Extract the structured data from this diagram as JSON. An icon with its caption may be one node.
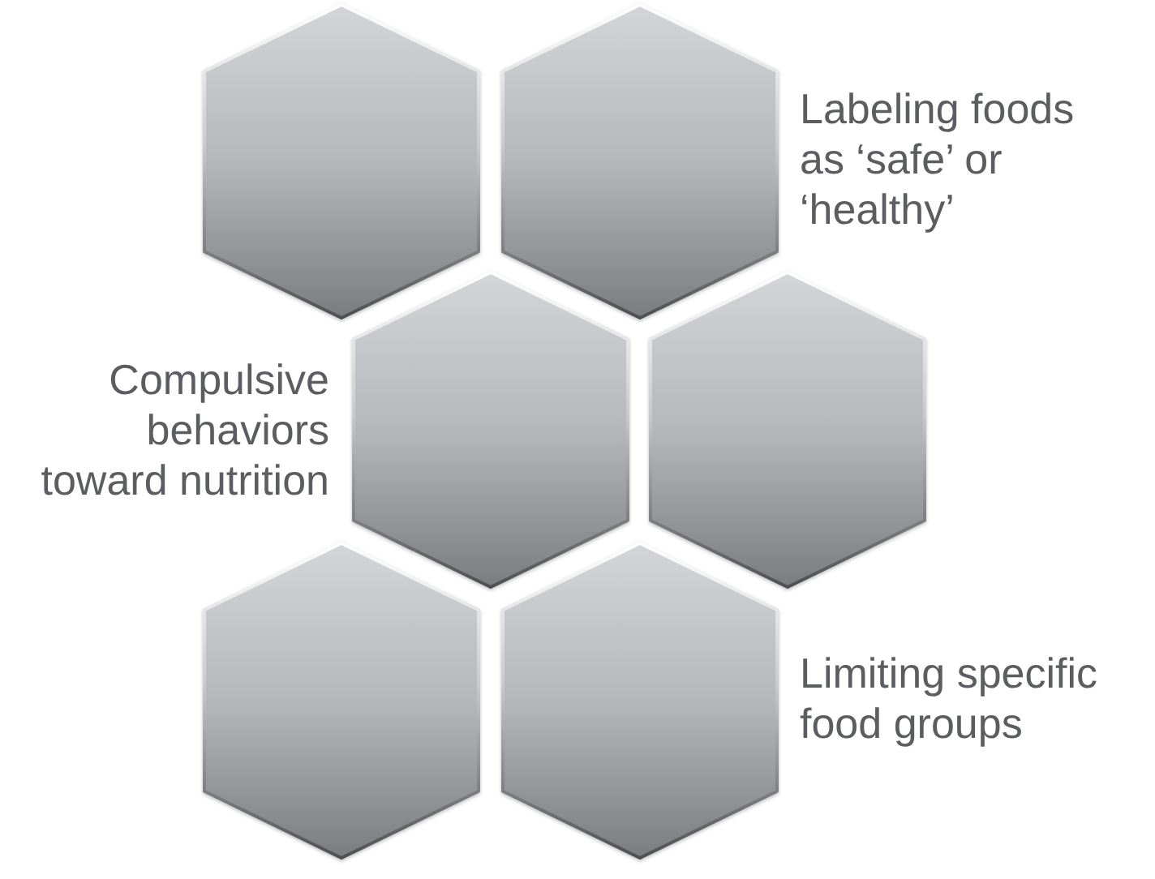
{
  "diagram": {
    "nodes": [
      {
        "text": [],
        "shape": "hexagon"
      },
      {
        "text": [],
        "shape": "hexagon",
        "beside": [
          "Labeling foods as ‘safe’ or ‘healthy’"
        ]
      },
      {
        "text": [],
        "shape": "hexagon",
        "beside": [
          "Compulsive behaviors toward nutrition"
        ]
      },
      {
        "text": [],
        "shape": "hexagon"
      },
      {
        "text": [],
        "shape": "hexagon"
      },
      {
        "text": [],
        "shape": "hexagon",
        "beside": [
          "Limiting specific food groups"
        ]
      }
    ]
  }
}
